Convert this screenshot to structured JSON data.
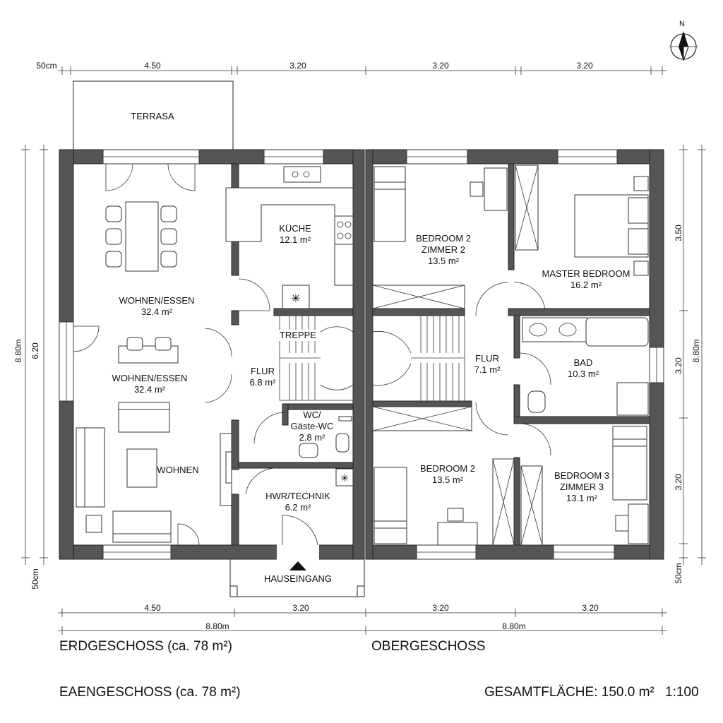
{
  "dimensions": {
    "top_offset": "50cm",
    "top": [
      "4.50",
      "3.20",
      "3.20",
      "3.20"
    ],
    "bottom": [
      "4.50",
      "3.20",
      "3.20",
      "3.20"
    ],
    "bottom_totals": [
      "8.80m",
      "8.80m"
    ],
    "left_total": "8.80m",
    "left_inner": "6.20",
    "left_offset": "50cm",
    "right": [
      "3.50",
      "3.20",
      "3.20"
    ],
    "right_total": "8.80m",
    "right_offset": "50cm"
  },
  "ground_floor": {
    "terrace": "TERRASA",
    "rooms": {
      "kueche": {
        "name": "KÜCHE",
        "area": "12.1 m²"
      },
      "wohnen_essen_1": {
        "name": "WOHNEN/ESSEN",
        "area": "32.4 m²"
      },
      "wohnen_essen_2": {
        "name": "WOHNEN/ESSEN",
        "area": "32.4 m²"
      },
      "wohnen": {
        "name": "WOHNEN"
      },
      "treppe": {
        "name": "TREPPE"
      },
      "flur": {
        "name": "FLUR",
        "area": "6.8 m²"
      },
      "wc": {
        "name": "WC/",
        "name2": "Gäste-WC",
        "area": "2.8 m²"
      },
      "hwr": {
        "name": "HWR/TECHNIK",
        "area": "6.2 m²"
      }
    },
    "entrance": "HAUSEINGANG"
  },
  "upper_floor": {
    "rooms": {
      "bedroom2_top": {
        "name": "BEDROOM 2",
        "name2": "ZIMMER 2",
        "area": "13.5 m²"
      },
      "master": {
        "name": "MASTER BEDROOM",
        "area": "16.2 m²"
      },
      "flur": {
        "name": "FLUR",
        "area": "7.1 m²"
      },
      "bad": {
        "name": "BAD",
        "area": "10.3 m²"
      },
      "bedroom2_bottom": {
        "name": "BEDROOM 2",
        "area": "13.5 m²"
      },
      "bedroom3": {
        "name": "BEDROOM 3",
        "name2": "ZIMMER 3",
        "area": "13.1 m²"
      }
    }
  },
  "north_label": "N",
  "captions": {
    "ground": "ERDGESCHOSS (ca. 78 m²)",
    "upper": "OBERGESCHOSS",
    "bottom_left": "EAENGESCHOSS (ca. 78 m²)",
    "total_area": "GESAMTFLÄCHE: 150.0 m²",
    "scale": "1:100"
  }
}
